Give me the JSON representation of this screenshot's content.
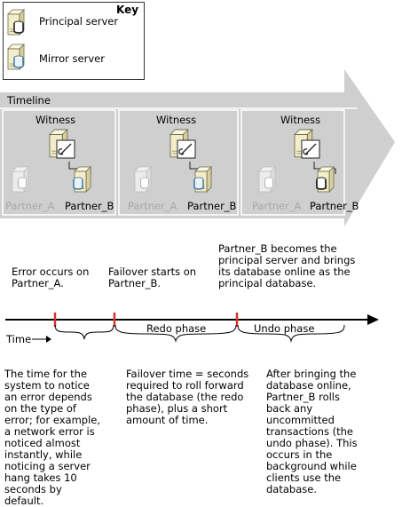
{
  "key": {
    "title": "Key",
    "items": [
      {
        "label": "Principal server",
        "icon": "principal-server-icon"
      },
      {
        "label": "Mirror server",
        "icon": "mirror-server-icon"
      }
    ]
  },
  "timeline_banner": {
    "label": "Timeline",
    "panels": [
      {
        "witness": "Witness",
        "partner_a": "Partner_A",
        "partner_b": "Partner_B",
        "partner_b_role": "mirror"
      },
      {
        "witness": "Witness",
        "partner_a": "Partner_A",
        "partner_b": "Partner_B",
        "partner_b_role": "mirror"
      },
      {
        "witness": "Witness",
        "partner_a": "Partner_A",
        "partner_b": "Partner_B",
        "partner_b_role": "principal"
      }
    ]
  },
  "events": {
    "error": "Error occurs on Partner_A.",
    "failover": "Failover starts on Partner_B.",
    "principal": "Partner_B becomes the principal server and brings its database online as the principal database."
  },
  "axis": {
    "time_label": "Time",
    "redo_phase": "Redo phase",
    "undo_phase": "Undo phase",
    "marker_color": "#d93030"
  },
  "notes": {
    "detect": "The time for the system to notice an error depends on the type of error; for example, a network error is noticed almost instantly, while noticing a server hang takes 10 seconds by default.",
    "failover_time": "Failover time = seconds required to roll forward the database (the redo phase), plus a short amount of time.",
    "undo": "After bringing the database online, Partner_B rolls back any uncommitted transactions (the undo phase). This occurs in the background while clients use the database."
  },
  "colors": {
    "banner": "#cfcfcf",
    "server_body": "#f3edc9",
    "db_principal": "#1a1a1a",
    "db_mirror": "#5a8fb8"
  }
}
